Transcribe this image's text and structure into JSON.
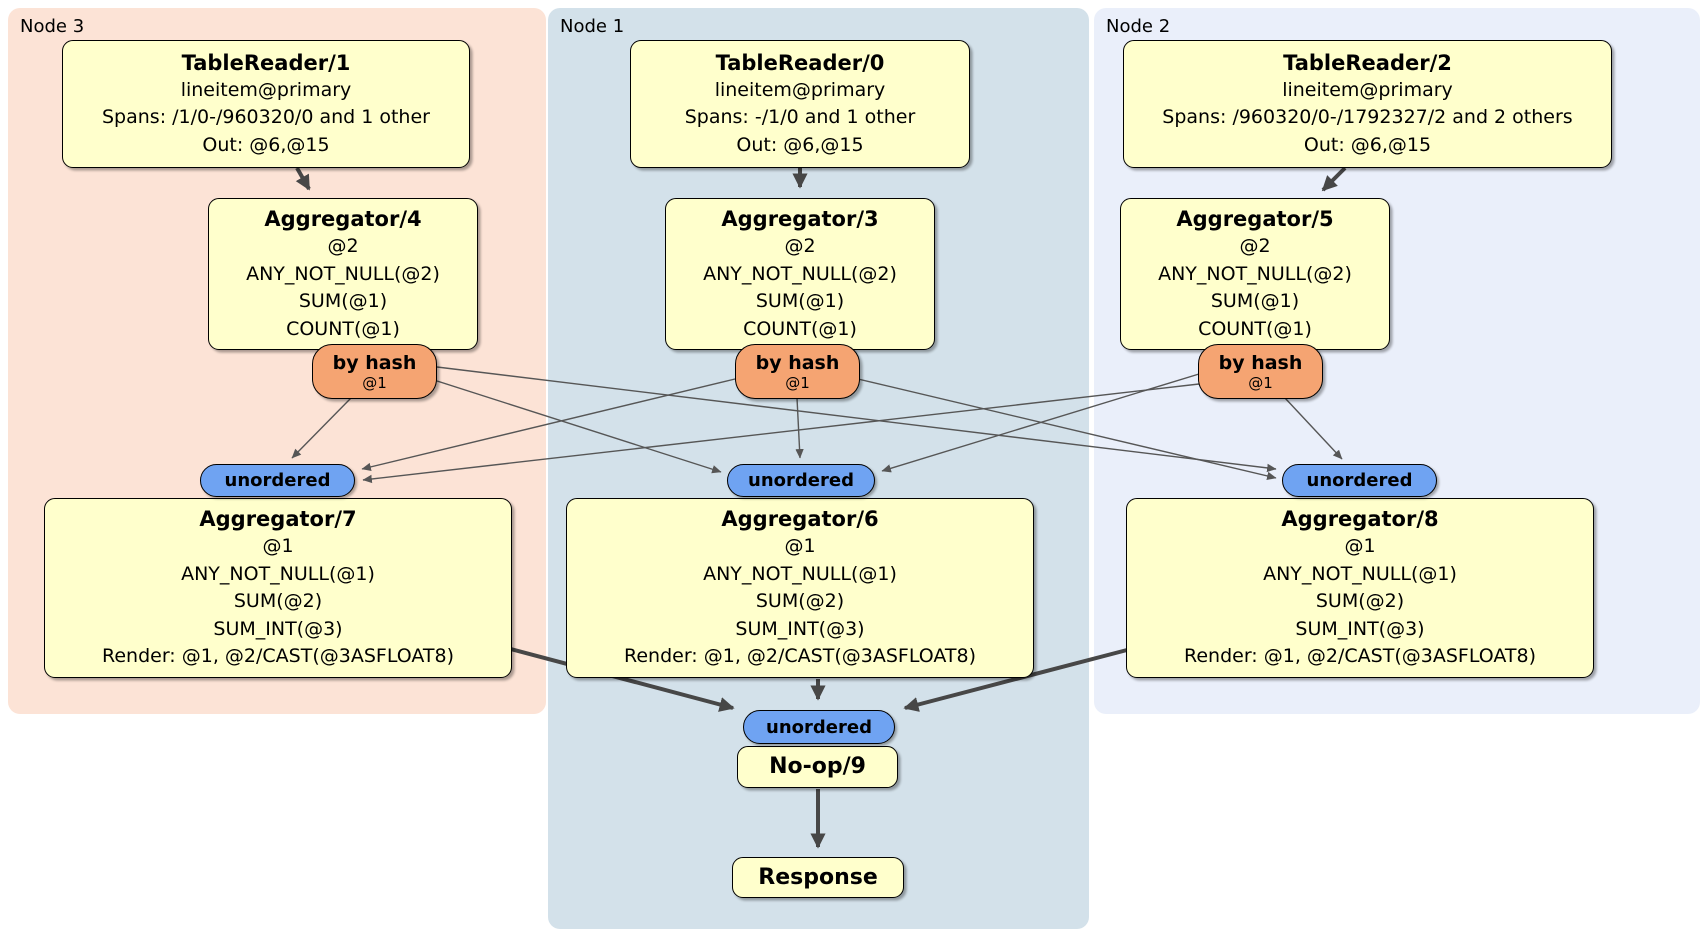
{
  "regions": {
    "node3": {
      "label": "Node 3"
    },
    "node1": {
      "label": "Node 1"
    },
    "node2": {
      "label": "Node 2"
    }
  },
  "colors": {
    "region_node3": "#fce3d6",
    "region_node1": "#d3e1ea",
    "region_node2": "#eaeffa",
    "processor_fill": "#ffffcc",
    "processor_border": "#000000",
    "router_fill": "#f5a472",
    "sync_fill": "#6fa3f2",
    "edge_thin": "#565656",
    "edge_thick": "#474747",
    "label_text": "#000000"
  },
  "processors": {
    "tablereader1": {
      "title": "TableReader/1",
      "lines": [
        "lineitem@primary",
        "Spans: /1/0-/960320/0 and 1 other",
        "Out: @6,@15"
      ]
    },
    "tablereader0": {
      "title": "TableReader/0",
      "lines": [
        "lineitem@primary",
        "Spans: -/1/0 and 1 other",
        "Out: @6,@15"
      ]
    },
    "tablereader2": {
      "title": "TableReader/2",
      "lines": [
        "lineitem@primary",
        "Spans: /960320/0-/1792327/2 and 2 others",
        "Out: @6,@15"
      ]
    },
    "aggregator4": {
      "title": "Aggregator/4",
      "lines": [
        "@2",
        "ANY_NOT_NULL(@2)",
        "SUM(@1)",
        "COUNT(@1)"
      ]
    },
    "aggregator3": {
      "title": "Aggregator/3",
      "lines": [
        "@2",
        "ANY_NOT_NULL(@2)",
        "SUM(@1)",
        "COUNT(@1)"
      ]
    },
    "aggregator5": {
      "title": "Aggregator/5",
      "lines": [
        "@2",
        "ANY_NOT_NULL(@2)",
        "SUM(@1)",
        "COUNT(@1)"
      ]
    },
    "aggregator7": {
      "title": "Aggregator/7",
      "lines": [
        "@1",
        "ANY_NOT_NULL(@1)",
        "SUM(@2)",
        "SUM_INT(@3)",
        "Render: @1, @2/CAST(@3ASFLOAT8)"
      ]
    },
    "aggregator6": {
      "title": "Aggregator/6",
      "lines": [
        "@1",
        "ANY_NOT_NULL(@1)",
        "SUM(@2)",
        "SUM_INT(@3)",
        "Render: @1, @2/CAST(@3ASFLOAT8)"
      ]
    },
    "aggregator8": {
      "title": "Aggregator/8",
      "lines": [
        "@1",
        "ANY_NOT_NULL(@1)",
        "SUM(@2)",
        "SUM_INT(@3)",
        "Render: @1, @2/CAST(@3ASFLOAT8)"
      ]
    },
    "noop9": {
      "title": "No-op/9"
    },
    "response": {
      "title": "Response"
    }
  },
  "router": {
    "label": "by hash",
    "hash_key": "@1"
  },
  "sync": {
    "label": "unordered"
  }
}
